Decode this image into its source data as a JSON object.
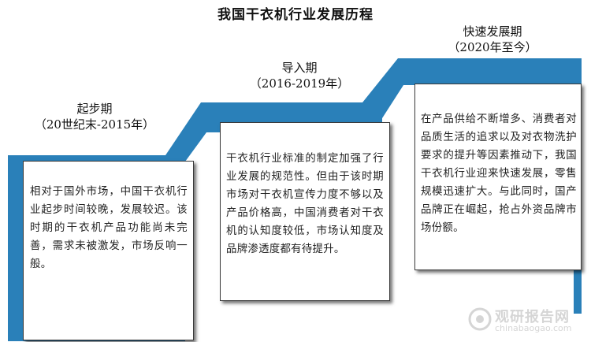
{
  "title": "我国干衣机行业发展历程",
  "stages": [
    {
      "name": "起步期",
      "period": "（20世纪末-2015年）",
      "text": "相对于国外市场，中国干衣机行业起步时间较晚，发展较迟。该时期的干衣机产品功能尚未完善，需求未被激发，市场反响一般。"
    },
    {
      "name": "导入期",
      "period": "（2016-2019年）",
      "text": "干衣机行业标准的制定加强了行业发展的规范性。但由于该时期市场对干衣机宣传力度不够以及产品价格高，中国消费者对干衣机的认知度较低，市场认知度及品牌渗透度都有待提升。"
    },
    {
      "name": "快速发展期",
      "period": "（2020年至今）",
      "text": "在产品供给不断增多、消费者对品质生活的追求以及对衣物洗护要求的提升等因素推动下，我国干衣机行业迎来快速发展，零售规模迅速扩大。与此同时，国产品牌正在崛起，抢占外资品牌市场份额。"
    }
  ],
  "watermark": {
    "brand": "观研报告网",
    "url": "chinabaogao.com"
  },
  "colors": {
    "panel_blue": "#2a80b9"
  }
}
